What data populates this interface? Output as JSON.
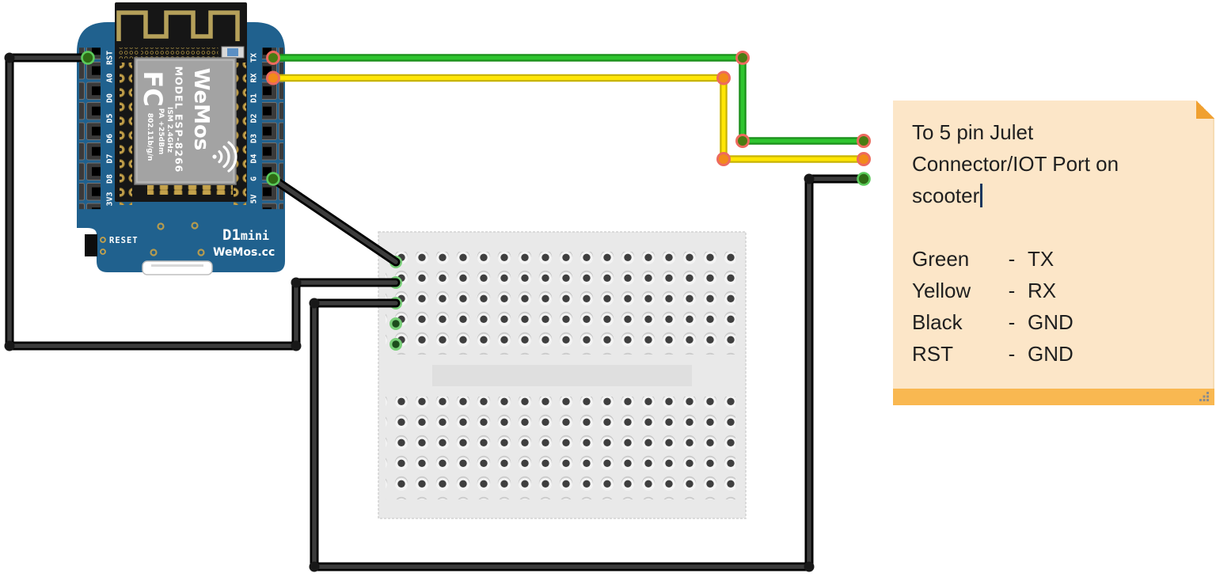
{
  "colors": {
    "board_blue": "#20618E",
    "module_black": "#161616",
    "shield_gray": "#A3A3A3",
    "gold": "#C4A24C",
    "wire_green": "#2FC52F",
    "wire_yellow": "#FFE604",
    "wire_black": "#3C3C3C",
    "marker_red_ring": "#ED6A5E",
    "marker_green_ring": "#5BCB5B",
    "breadboard": "#E9E9E9",
    "note_body": "#FCE6C8",
    "note_bar": "#F9B851",
    "note_fold": "#F0A030"
  },
  "board": {
    "left_pins": [
      "RST",
      "A0",
      "D0",
      "D5",
      "D6",
      "D7",
      "D8",
      "3V3"
    ],
    "right_pins": [
      "TX",
      "RX",
      "D1",
      "D2",
      "D3",
      "D4",
      "G",
      "5V"
    ],
    "reset_label": "RESET",
    "model_name_big": "D1",
    "model_name_small": "mini",
    "brand_site": "WeMos.cc",
    "shield": {
      "fcc": "FC",
      "model": "MODEL ESP-8266",
      "brand": "WeMos",
      "spec1": "ISM 2.4GHz",
      "spec2": "PA +25dBm",
      "spec3": "802.11b/g/n"
    }
  },
  "note": {
    "lines": [
      "To 5 pin Julet",
      "Connector/IOT Port on",
      "scooter"
    ],
    "legend": [
      {
        "color": "Green",
        "dash": "-",
        "signal": "TX"
      },
      {
        "color": "Yellow",
        "dash": "-",
        "signal": "RX"
      },
      {
        "color": "Black",
        "dash": "-",
        "signal": "GND"
      },
      {
        "color": "RST",
        "dash": "-",
        "signal": "GND"
      }
    ]
  }
}
